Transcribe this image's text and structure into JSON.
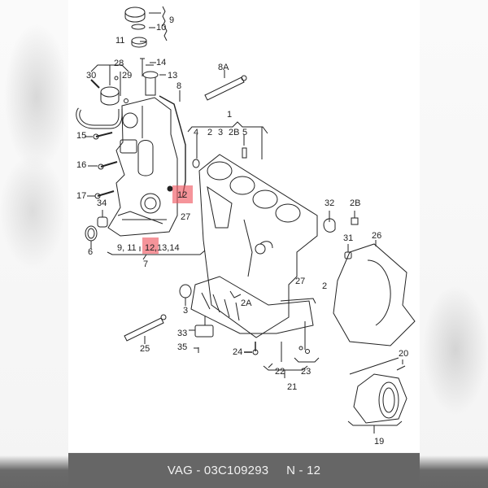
{
  "caption": {
    "part_number_text": "VAG - 03C109293",
    "position_text": "N - 12"
  },
  "highlight_color": "#F26A72",
  "highlights": [
    {
      "label": "12",
      "location": "timing-cover-right"
    },
    {
      "label": "12",
      "location": "group-9-11-12-13-14"
    }
  ],
  "callouts": {
    "c9": "9",
    "c10": "10",
    "c11": "11",
    "c14": "14",
    "c13": "13",
    "c28": "28",
    "c30": "30",
    "c29": "29",
    "c8": "8",
    "c8a": "8A",
    "c1": "1",
    "c4": "4",
    "c2a": "2",
    "c3a": "3",
    "c2b": "2B",
    "c5": "5",
    "c15": "15",
    "c16": "16",
    "c17": "17",
    "c34": "34",
    "c6": "6",
    "c12": "12",
    "c27a": "27",
    "group_left": "9, 11",
    "group_mid": "12",
    "group_right": ",13,14",
    "c7": "7",
    "c32": "32",
    "c2b_right": "2B",
    "c31": "31",
    "c26": "26",
    "c27b": "27",
    "c2": "2",
    "c2A": "2A",
    "c3": "3",
    "c33": "33",
    "c35": "35",
    "c25": "25",
    "c24": "24",
    "c22": "22",
    "c23": "23",
    "c21": "21",
    "c20": "20",
    "c19": "19"
  }
}
